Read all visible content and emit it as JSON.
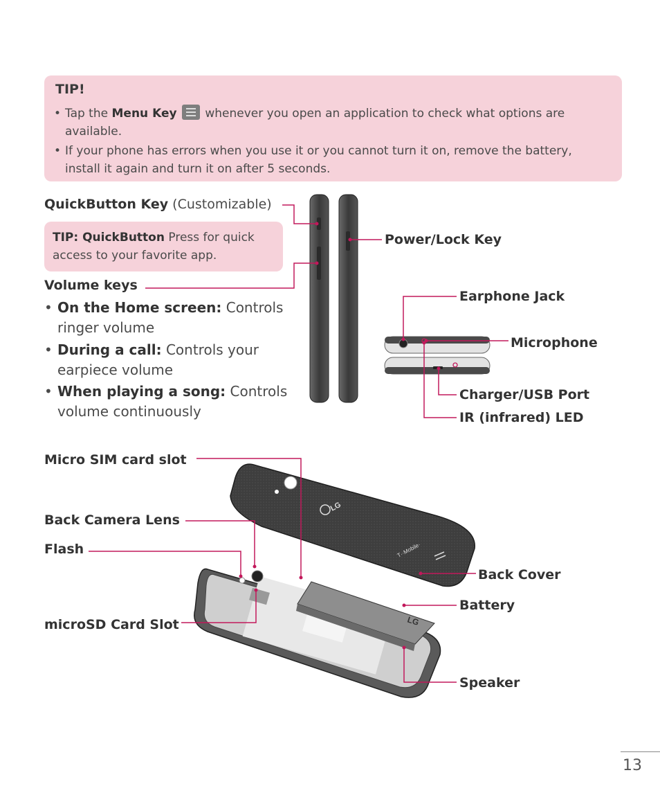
{
  "tip": {
    "title": "TIP!",
    "bullet1_prefix": "Tap the ",
    "bullet1_key": "Menu Key",
    "bullet1_line1_suffix": " whenever you open an application to check what options are",
    "bullet1_line2": "available.",
    "bullet2_line1": "If your phone has errors when you use it or you cannot turn it on, remove the battery,",
    "bullet2_line2": "install it again and turn it on after 5 seconds.",
    "bullet_char": "•"
  },
  "quickbutton": {
    "label": "QuickButton Key",
    "note": " (Customizable)",
    "tip_title": "TIP: QuickButton",
    "tip_line1": " Press for quick",
    "tip_line2": "access to your favorite app."
  },
  "volume": {
    "label": "Volume keys",
    "items": [
      {
        "bold": "On the Home screen:",
        "line1": " Controls",
        "line2": "ringer volume"
      },
      {
        "bold": "During a call:",
        "line1": " Controls your",
        "line2": "earpiece volume"
      },
      {
        "bold": "When playing a song:",
        "line1": " Controls",
        "line2": "volume continuously"
      }
    ]
  },
  "labels": {
    "power_lock": "Power/Lock Key",
    "earphone": "Earphone Jack",
    "microphone": "Microphone",
    "charger": "Charger/USB Port",
    "ir_led": "IR (infrared) LED",
    "micro_sim": "Micro SIM card slot",
    "back_camera": "Back Camera Lens",
    "flash": "Flash",
    "back_cover": "Back Cover",
    "battery": "Battery",
    "microsd": "microSD Card Slot",
    "speaker": "Speaker"
  },
  "phone": {
    "cover_brand": "LG",
    "cover_carrier": "T··Mobile·",
    "battery_brand": "LG"
  },
  "page_number": "13",
  "colors": {
    "tip_bg": "#f6d2da",
    "accent_line": "#c2185b",
    "phone_body": "#4a4a4a"
  }
}
